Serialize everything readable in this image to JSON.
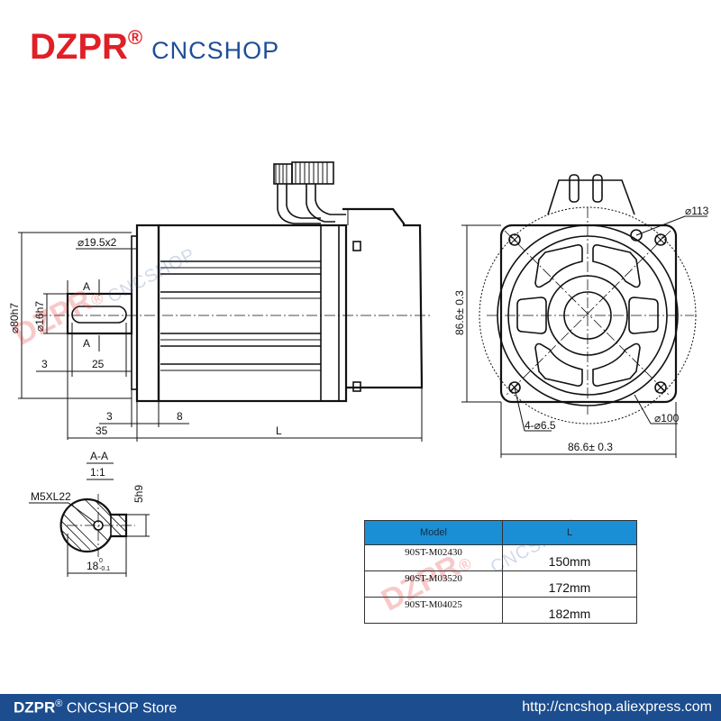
{
  "brand": {
    "logo": "DZPR",
    "reg": "®",
    "shop": "CNCSHOP"
  },
  "dimensions": {
    "flange_dia": "⌀19.5x2",
    "spigot": "⌀80h7",
    "shaft": "⌀16h7",
    "section_a_top": "A",
    "section_a_bottom": "A",
    "shaft_3": "3",
    "key_25": "25",
    "d3": "3",
    "d8": "8",
    "d35": "35",
    "length_l": "L",
    "front_height": "86.6± 0.3",
    "front_width": "86.6± 0.3",
    "pcd_113": "⌀113",
    "hole_4": "4-⌀6.5",
    "pcd_100": "⌀100",
    "section_title": "A-A",
    "section_scale": "1:1",
    "thread": "M5XL22",
    "key_5": "5h9",
    "shaft_18": "18",
    "shaft_18_tol": "0",
    "shaft_18_tol2": "-0.1"
  },
  "table": {
    "headers": [
      "Model",
      "L"
    ],
    "rows": [
      {
        "model": "90ST-M02430",
        "length": "150mm"
      },
      {
        "model": "90ST-M03520",
        "length": "172mm"
      },
      {
        "model": "90ST-M04025",
        "length": "182mm"
      }
    ]
  },
  "watermarks": {
    "logo": "DZPR",
    "reg": "®",
    "shop": "CNCSHOP"
  },
  "footer": {
    "store_brand": "DZPR",
    "store_reg": "®",
    "store_name": "CNCSHOP  Store",
    "url": "http://cncshop.aliexpress.com"
  }
}
